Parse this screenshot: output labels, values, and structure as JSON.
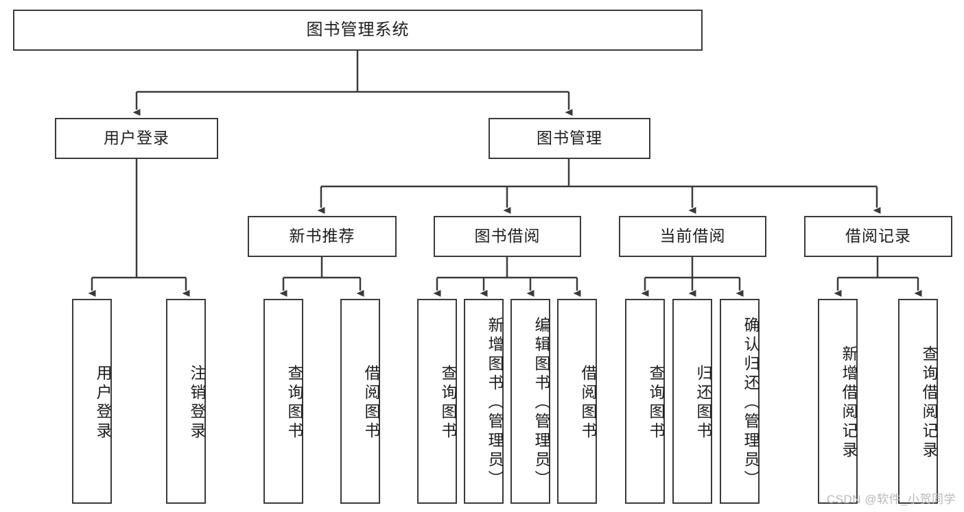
{
  "diagram": {
    "type": "tree",
    "title": "图书管理系统",
    "root": {
      "label": "图书管理系统"
    },
    "level2": [
      {
        "label": "用户登录"
      },
      {
        "label": "图书管理"
      }
    ],
    "level3": [
      {
        "label": "新书推荐"
      },
      {
        "label": "图书借阅"
      },
      {
        "label": "当前借阅"
      },
      {
        "label": "借阅记录"
      }
    ],
    "leaves": {
      "user_login": [
        {
          "label": "用户登录"
        },
        {
          "label": "注销登录"
        }
      ],
      "new_book": [
        {
          "label": "查询图书"
        },
        {
          "label": "借阅图书"
        }
      ],
      "book_borrow": [
        {
          "label": "查询图书"
        },
        {
          "label": "新增图书（管理员）"
        },
        {
          "label": "编辑图书（管理员）"
        },
        {
          "label": "借阅图书"
        }
      ],
      "current_borrow": [
        {
          "label": "查询图书"
        },
        {
          "label": "归还图书"
        },
        {
          "label": "确认归还（管理员）"
        }
      ],
      "borrow_record": [
        {
          "label": "新增借阅记录"
        },
        {
          "label": "查询借阅记录"
        }
      ]
    }
  },
  "watermark": {
    "text": "CSDN @软件_小贺同学"
  },
  "colors": {
    "stroke": "#3a3a3a",
    "text": "#1c1c1c",
    "background": "#ffffff",
    "watermark": "#b8b8b8"
  }
}
